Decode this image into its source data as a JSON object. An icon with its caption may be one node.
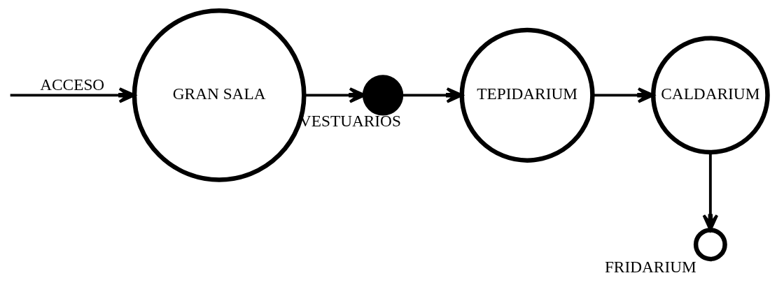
{
  "diagram": {
    "nodes": [
      {
        "text": [
          "GRAN SALA"
        ]
      },
      {
        "text": [],
        "shape": "circle",
        "beside": [
          "VESTUARIOS"
        ]
      },
      {
        "text": [
          "TEPIDARIUM"
        ]
      },
      {
        "text": [
          "CALDARIUM"
        ]
      },
      {
        "text": [],
        "shape": "circle",
        "beside": [
          "FRIDARIUM"
        ]
      }
    ],
    "edges": [
      {
        "from": null,
        "to": 0,
        "arrow": "to",
        "label": "ACCESO"
      },
      {
        "from": 0,
        "to": 1,
        "arrow": "to"
      },
      {
        "from": 1,
        "to": 2,
        "arrow": "to"
      },
      {
        "from": 2,
        "to": 3,
        "arrow": "to"
      },
      {
        "from": 3,
        "to": 4,
        "arrow": "to"
      }
    ]
  }
}
